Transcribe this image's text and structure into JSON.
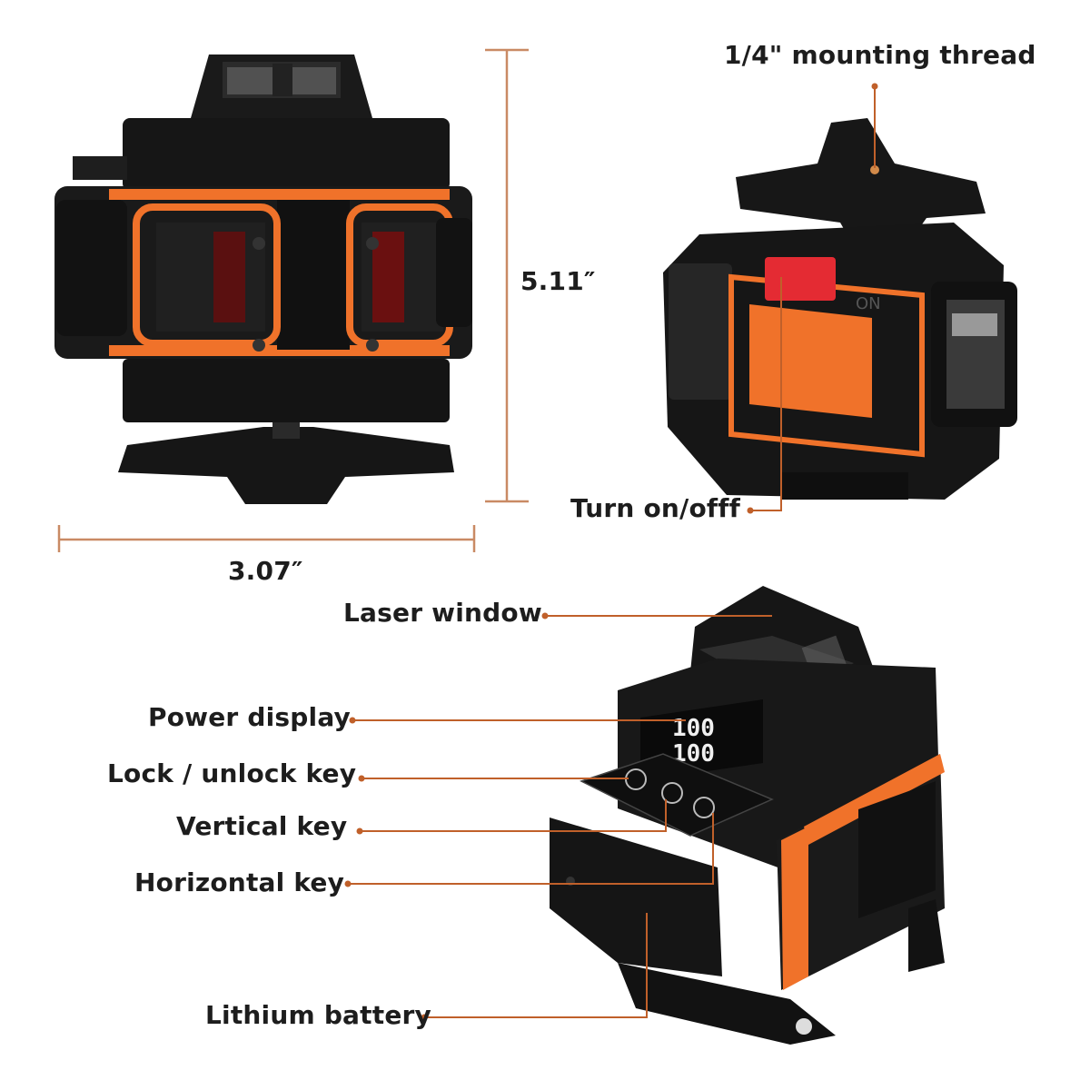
{
  "dimensions": {
    "height": "5.11″",
    "width": "3.07″"
  },
  "callouts": {
    "mounting_thread": "1/4\" mounting thread",
    "turn_on_off": "Turn on/offf",
    "laser_window": "Laser window",
    "power_display": "Power display",
    "lock_unlock_key": "Lock / unlock key",
    "vertical_key": "Vertical key",
    "horizontal_key": "Horizontal key",
    "lithium_battery": "Lithium battery"
  },
  "device_marks": {
    "display_line_1": "100",
    "display_line_2": "100",
    "switch_on": "ON"
  },
  "colors": {
    "accent": "#f0722a",
    "leader": "#c0602a",
    "body": "#141414"
  }
}
